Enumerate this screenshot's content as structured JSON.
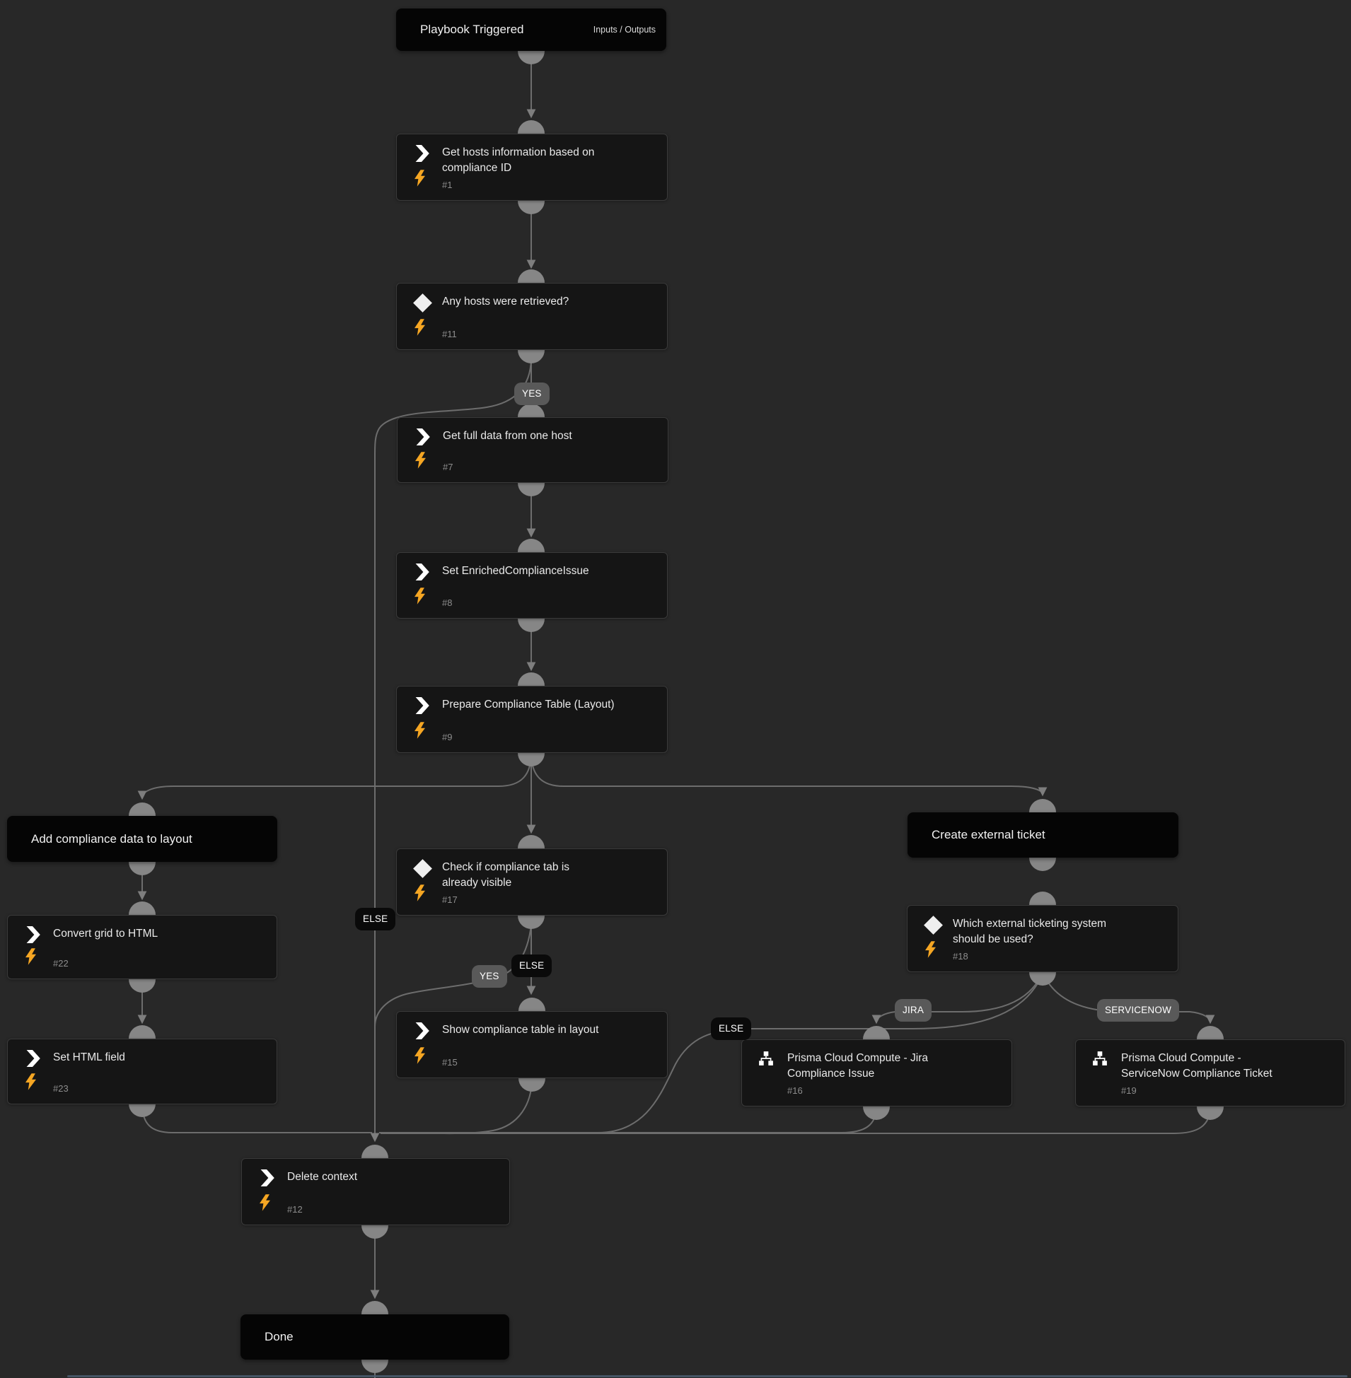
{
  "colors": {
    "canvas_bg": "#282828",
    "task_bg": "#151515",
    "header_bg": "#050505",
    "line": "#6d6d6d",
    "connector": "#868686",
    "bolt_accent": "#f5a623",
    "pill_gray": "#595959",
    "pill_black": "#0a0a0a"
  },
  "icons": {
    "action": "chevron-right-icon",
    "condition": "diamond-icon",
    "subplaybook": "sitemap-icon",
    "automation": "lightning-bolt-icon"
  },
  "headers": {
    "playbook_triggered": {
      "label": "Playbook Triggered",
      "link": "Inputs / Outputs"
    },
    "add_compliance": {
      "label": "Add compliance data to layout"
    },
    "create_ticket": {
      "label": "Create external ticket"
    },
    "done": {
      "label": "Done"
    }
  },
  "tasks": {
    "t1": {
      "title": "Get hosts information based on\ncompliance ID",
      "num": "#1",
      "type": "action"
    },
    "t11": {
      "title": "Any hosts were retrieved?",
      "num": "#11",
      "type": "condition"
    },
    "t7": {
      "title": "Get full data from one host",
      "num": "#7",
      "type": "action"
    },
    "t8": {
      "title": "Set EnrichedComplianceIssue",
      "num": "#8",
      "type": "action"
    },
    "t9": {
      "title": "Prepare Compliance Table (Layout)",
      "num": "#9",
      "type": "action"
    },
    "t17": {
      "title": "Check if compliance tab is\nalready visible",
      "num": "#17",
      "type": "condition"
    },
    "t15": {
      "title": "Show compliance table in layout",
      "num": "#15",
      "type": "action"
    },
    "t22": {
      "title": "Convert grid to HTML",
      "num": "#22",
      "type": "action"
    },
    "t23": {
      "title": "Set HTML field",
      "num": "#23",
      "type": "action"
    },
    "t18": {
      "title": "Which external ticketing system\nshould be used?",
      "num": "#18",
      "type": "condition"
    },
    "t16": {
      "title": "Prisma Cloud Compute - Jira\nCompliance Issue",
      "num": "#16",
      "type": "subplaybook"
    },
    "t19": {
      "title": "Prisma Cloud Compute -\nServiceNow Compliance Ticket",
      "num": "#19",
      "type": "subplaybook"
    },
    "t12": {
      "title": "Delete context",
      "num": "#12",
      "type": "action"
    }
  },
  "pills": {
    "yes_hosts": "YES",
    "else_hosts": "ELSE",
    "yes_tab": "YES",
    "else_tab": "ELSE",
    "jira": "JIRA",
    "servicenow": "SERVICENOW",
    "else_ticketing": "ELSE"
  }
}
